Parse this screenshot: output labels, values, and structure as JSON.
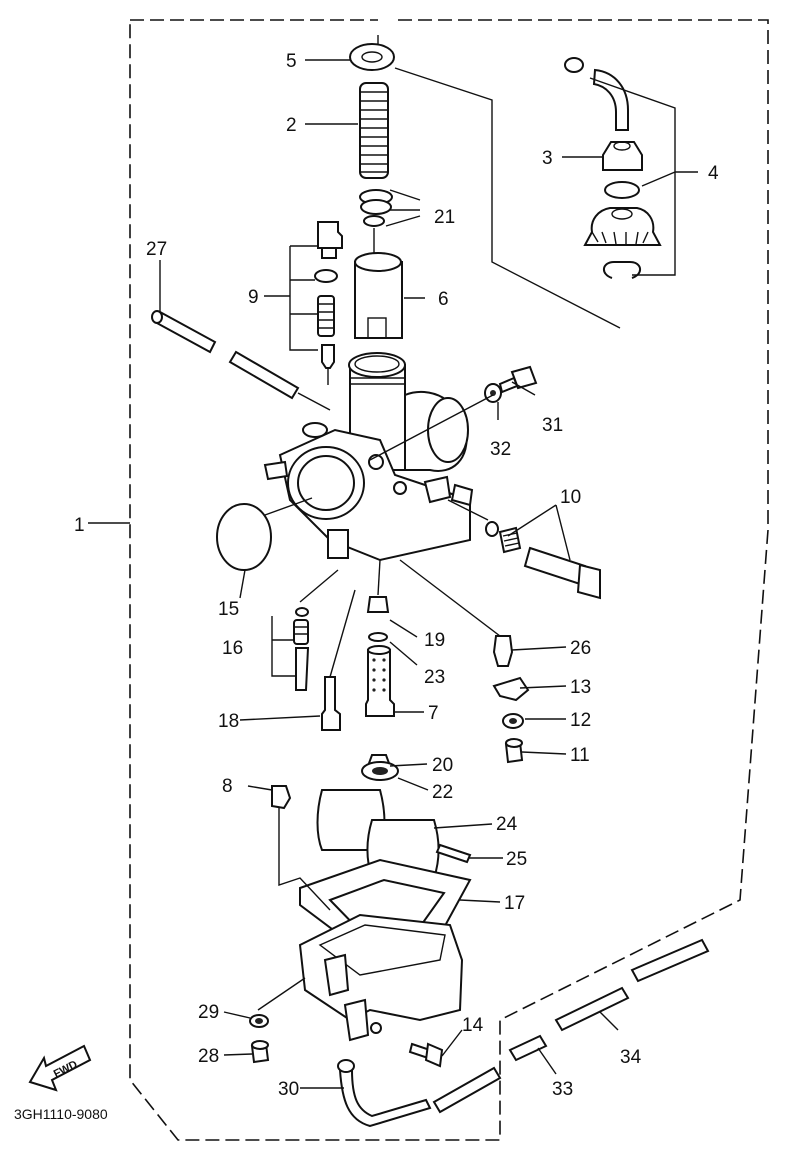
{
  "diagram_code": "3GH1110-9080",
  "fwd_arrow": {
    "label": "FWD"
  },
  "callouts": [
    {
      "id": "p1",
      "label": "1"
    },
    {
      "id": "p2",
      "label": "2"
    },
    {
      "id": "p3",
      "label": "3"
    },
    {
      "id": "p4",
      "label": "4"
    },
    {
      "id": "p5",
      "label": "5"
    },
    {
      "id": "p6",
      "label": "6"
    },
    {
      "id": "p7",
      "label": "7"
    },
    {
      "id": "p8",
      "label": "8"
    },
    {
      "id": "p9",
      "label": "9"
    },
    {
      "id": "p10",
      "label": "10"
    },
    {
      "id": "p11",
      "label": "11"
    },
    {
      "id": "p12",
      "label": "12"
    },
    {
      "id": "p13",
      "label": "13"
    },
    {
      "id": "p14",
      "label": "14"
    },
    {
      "id": "p15",
      "label": "15"
    },
    {
      "id": "p16",
      "label": "16"
    },
    {
      "id": "p17",
      "label": "17"
    },
    {
      "id": "p18",
      "label": "18"
    },
    {
      "id": "p19",
      "label": "19"
    },
    {
      "id": "p20",
      "label": "20"
    },
    {
      "id": "p21",
      "label": "21"
    },
    {
      "id": "p22",
      "label": "22"
    },
    {
      "id": "p23",
      "label": "23"
    },
    {
      "id": "p24",
      "label": "24"
    },
    {
      "id": "p25",
      "label": "25"
    },
    {
      "id": "p26",
      "label": "26"
    },
    {
      "id": "p27",
      "label": "27"
    },
    {
      "id": "p28",
      "label": "28"
    },
    {
      "id": "p29",
      "label": "29"
    },
    {
      "id": "p30",
      "label": "30"
    },
    {
      "id": "p31",
      "label": "31"
    },
    {
      "id": "p32",
      "label": "32"
    },
    {
      "id": "p33",
      "label": "33"
    },
    {
      "id": "p34",
      "label": "34"
    }
  ]
}
